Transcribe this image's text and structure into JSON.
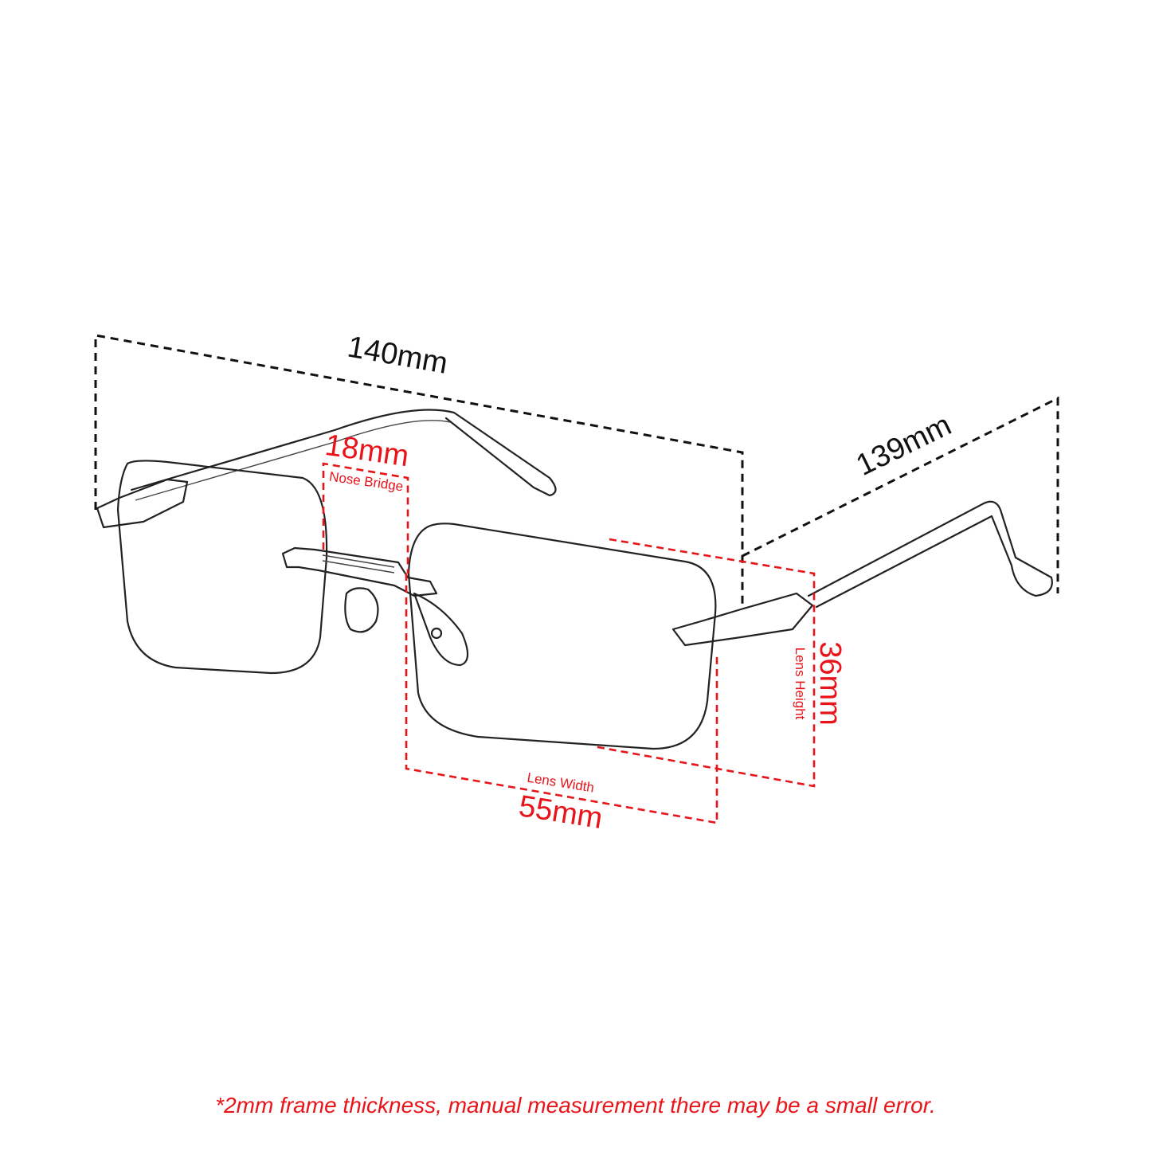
{
  "dimensions": {
    "total_width": {
      "value": "140mm"
    },
    "temple_length": {
      "value": "139mm"
    },
    "nose_bridge": {
      "value": "18mm",
      "label": "Nose Bridge"
    },
    "lens_width": {
      "value": "55mm",
      "label": "Lens Width"
    },
    "lens_height": {
      "value": "36mm",
      "label": "Lens Height"
    }
  },
  "footnote": "*2mm frame thickness, manual measurement there may be a small error.",
  "colors": {
    "accent": "#e8141a",
    "line": "#111111"
  }
}
